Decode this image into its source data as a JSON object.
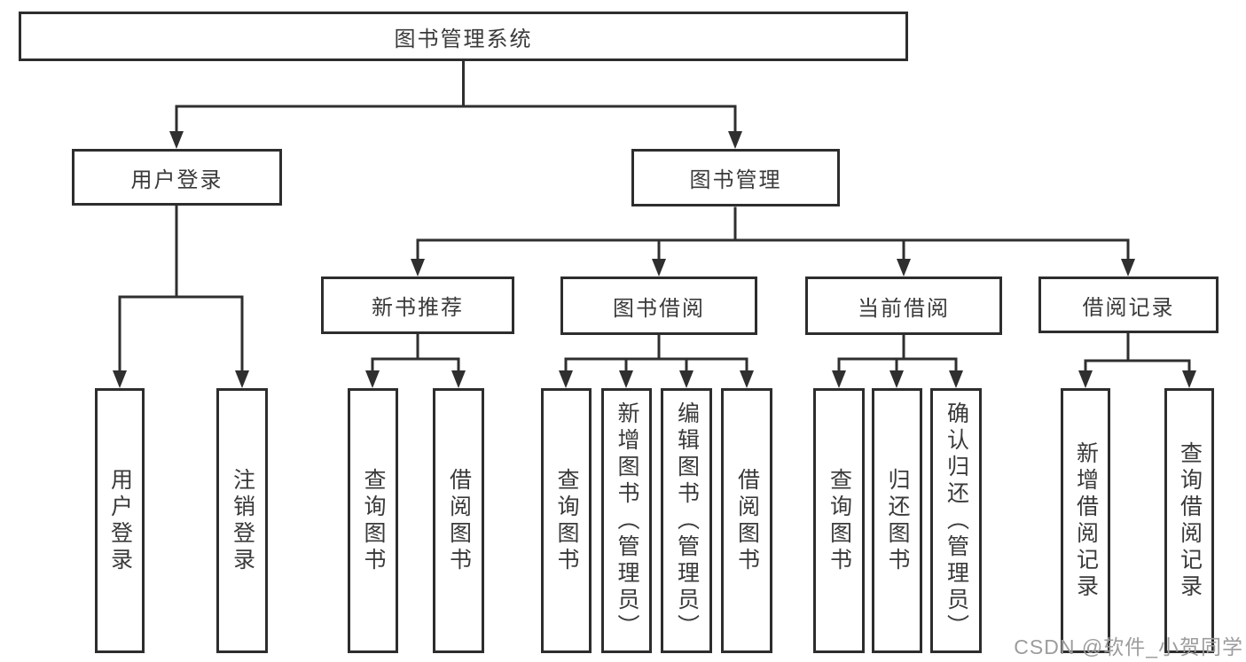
{
  "title": "图书管理系统",
  "nodes": {
    "root": "图书管理系统",
    "user_login": "用户登录",
    "book_mgmt": "图书管理",
    "new_books": "新书推荐",
    "book_borrow": "图书借阅",
    "current_borrow": "当前借阅",
    "borrow_records": "借阅记录"
  },
  "leaves": {
    "user_login": "用户登录",
    "logout": "注销登录",
    "nb_query": "查询图书",
    "nb_borrow": "借阅图书",
    "bb_query": "查询图书",
    "bb_add": "新增图书（管理员）",
    "bb_edit": "编辑图书（管理员）",
    "bb_borrow": "借阅图书",
    "cb_query": "查询图书",
    "cb_return": "归还图书",
    "cb_confirm": "确认归还（管理员）",
    "br_add": "新增借阅记录",
    "br_query": "查询借阅记录"
  },
  "watermark": "CSDN @软件_小贺同学",
  "colors": {
    "line": "#2f2f2f",
    "border": "#2d2d2d",
    "text": "#3a3a3a",
    "watermark": "#9c9c9c",
    "background": "#ffffff"
  }
}
